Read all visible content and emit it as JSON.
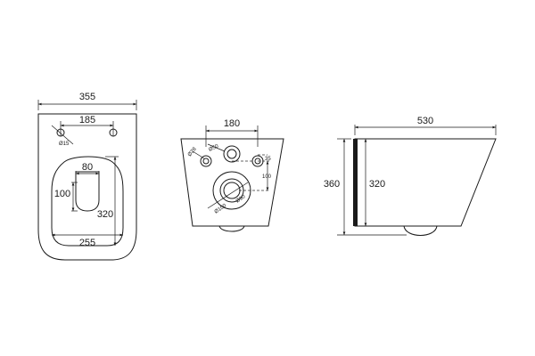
{
  "top_view": {
    "overall_width": "355",
    "hole_spacing": "185",
    "hole_diameter": "Ø15",
    "opening_width": "80",
    "opening_depth": "100",
    "inner_length": "320",
    "inner_width": "255"
  },
  "rear_view": {
    "bolt_spacing": "180",
    "inlet_diameter": "Ø50",
    "left_diameter": "Ø28",
    "right_offset": "35",
    "vertical_spacing": "100",
    "outlet_inner_diameter": "Ø90",
    "outlet_outer_diameter": "Ø100"
  },
  "side_view": {
    "length": "530",
    "overall_height": "360",
    "body_height": "320"
  }
}
